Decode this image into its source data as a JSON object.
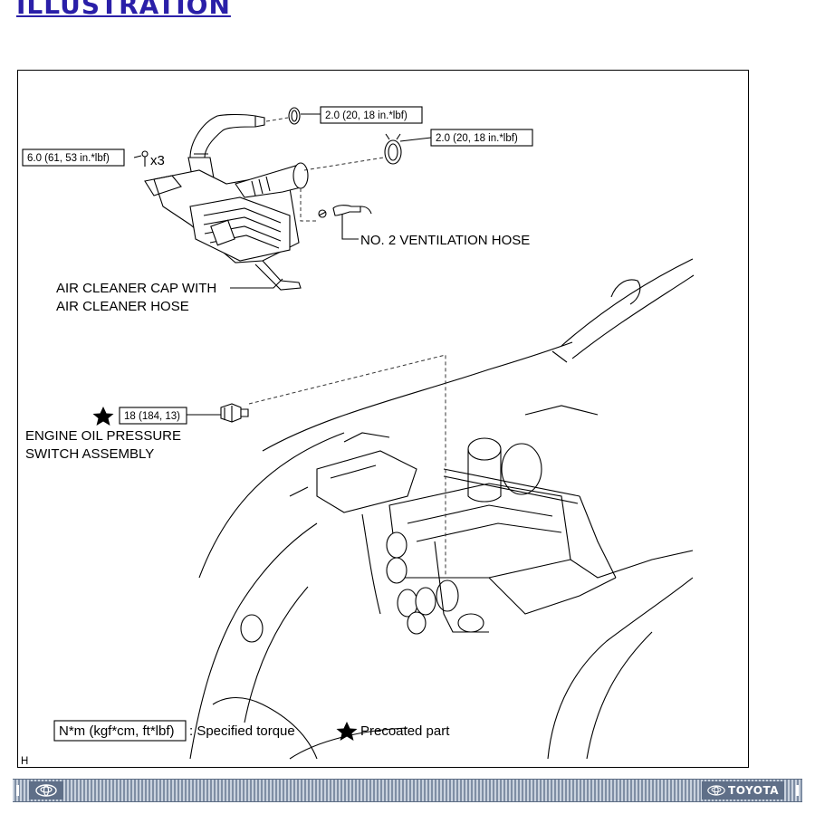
{
  "heading": "ILLUSTRATION",
  "diagram": {
    "torque_clamp_upper": "2.0 (20, 18 in.*lbf)",
    "torque_clamp_lower": "2.0 (20, 18 in.*lbf)",
    "torque_bolt": "6.0 (61, 53 in.*lbf)",
    "bolt_count": "x3",
    "ventilation_hose": "NO. 2 VENTILATION HOSE",
    "air_cleaner_line1": "AIR CLEANER CAP WITH",
    "air_cleaner_line2": "AIR CLEANER HOSE",
    "torque_switch": "18 (184, 13)",
    "oil_switch_line1": "ENGINE OIL PRESSURE",
    "oil_switch_line2": "SWITCH ASSEMBLY",
    "legend_torque_box": "N*m (kgf*cm, ft*lbf)",
    "legend_torque_text": ": Specified torque",
    "legend_precoated": "Precoated part",
    "figure_code": "H"
  },
  "footer": {
    "brand": "TOYOTA"
  },
  "colors": {
    "heading": "#2a1fa8",
    "footer_bar": "#7f8ea4",
    "footer_logo_bg": "#5f6f88"
  }
}
